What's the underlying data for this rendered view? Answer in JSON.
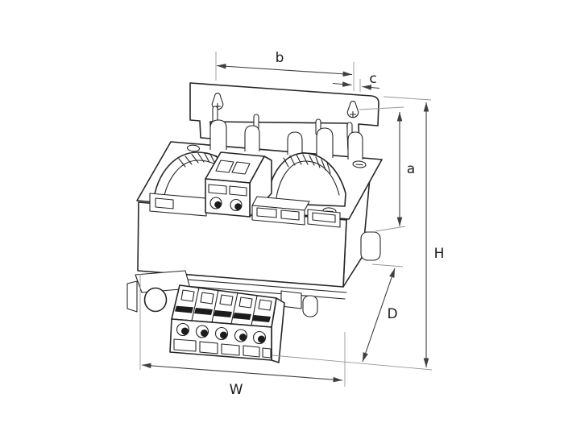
{
  "figure": {
    "description": "Isometric dimensional line drawing of a control transformer with wall-mounting bracket, coil windings and screw terminal blocks",
    "background_color": "#ffffff",
    "line_color": "#262626",
    "dimension_line_color": "#3f3f3f",
    "extension_line_color": "#969696",
    "label_color": "#1a1a1a",
    "labels": {
      "b": "b",
      "c": "c",
      "a": "a",
      "H": "H",
      "D": "D",
      "W": "W"
    }
  }
}
